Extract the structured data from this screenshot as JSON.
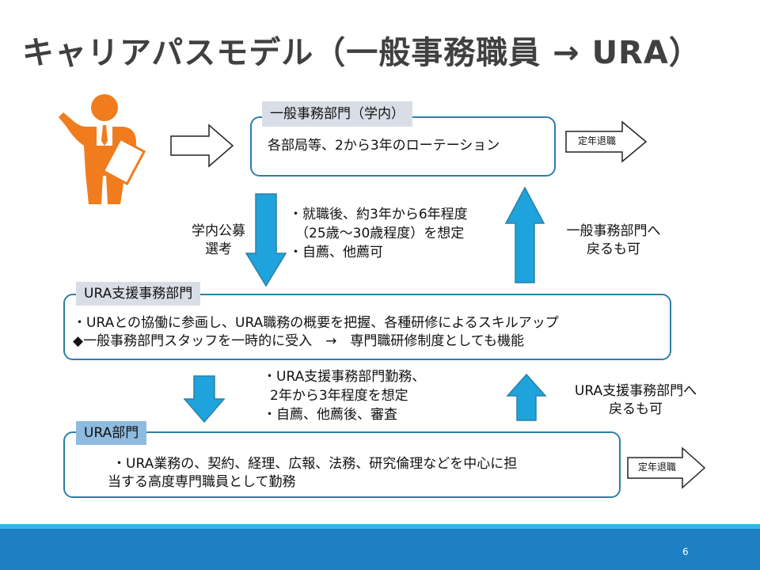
{
  "title": "キャリアパスモデル（一般事務職員 → URA）",
  "icons": {
    "person": "person-with-document-icon",
    "arrow": "block-arrow-icon"
  },
  "colors": {
    "person": "#f07c1e",
    "box_border": "#2e7fa6",
    "blue_arrow": "#1ea3dc",
    "tag_gray": "#d9dee6",
    "tag_blue": "#8fbbe0",
    "footer": "#1f7fc4",
    "footer_line": "#37b4e6"
  },
  "general": {
    "tag": "一般事務部門（学内）",
    "desc": "各部局等、2から3年のローテーション",
    "retire": "定年退職"
  },
  "step1": {
    "left_label": [
      "学内公募",
      "選考"
    ],
    "notes": [
      "・就職後、約3年から6年程度",
      "（25歳～30歳程度）を想定",
      "・自薦、他薦可"
    ],
    "return_label": [
      "一般事務部門へ",
      "戻るも可"
    ]
  },
  "support": {
    "tag": "URA支援事務部門",
    "lines": [
      "・URAとの協働に参画し、URA職務の概要を把握、各種研修によるスキルアップ",
      "◆一般事務部門スタッフを一時的に受入　→　専門職研修制度としても機能"
    ]
  },
  "step2": {
    "notes": [
      "・URA支援事務部門勤務、",
      "2年から3年程度を想定",
      "・自薦、他薦後、審査"
    ],
    "return_label": [
      "URA支援事務部門へ",
      "戻るも可"
    ]
  },
  "ura": {
    "tag": "URA部門",
    "lines": [
      "・URA業務の、契約、経理、広報、法務、研究倫理などを中心に担",
      "当する高度専門職員として勤務"
    ],
    "retire": "定年退職"
  },
  "page_number": "6"
}
